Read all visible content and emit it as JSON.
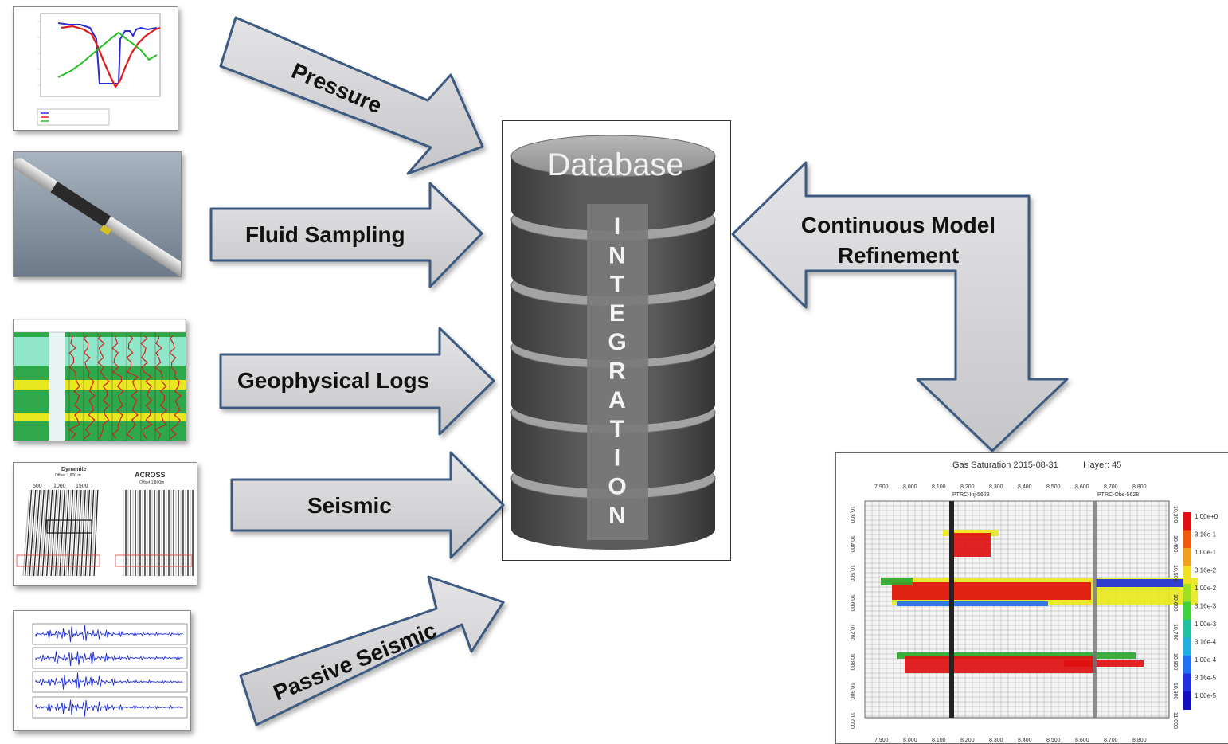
{
  "inputs": {
    "pressure": "Pressure",
    "fluid_sampling": "Fluid Sampling",
    "geophysical_logs": "Geophysical Logs",
    "seismic": "Seismic",
    "passive_seismic": "Passive Seismic"
  },
  "database": {
    "title": "Database",
    "integration_letters": [
      "I",
      "N",
      "T",
      "E",
      "G",
      "R",
      "A",
      "T",
      "I",
      "O",
      "N"
    ]
  },
  "refinement": {
    "line1": "Continuous Model",
    "line2": "Refinement"
  },
  "seismic_thumb": {
    "left_title": "Dynamite",
    "left_subtitle": "Offset 1,800 m",
    "right_title": "ACROSS",
    "right_subtitle": "Offset 1,800m",
    "offsets": [
      "500",
      "1000",
      "1500"
    ]
  },
  "gas_saturation": {
    "title": "Gas Saturation 2015-08-31",
    "layer_label": "I layer: 45",
    "well_left": "PTRC-Inj-5628",
    "well_right": "PTRC-Obs-5628",
    "x_ticks": [
      "7,900",
      "8,000",
      "8,100",
      "8,200",
      "8,300",
      "8,400",
      "8,500",
      "8,600",
      "8,700",
      "8,800"
    ],
    "y_ticks": [
      "10,300",
      "10,400",
      "10,500",
      "10,600",
      "10,700",
      "10,800",
      "10,900",
      "11,000"
    ],
    "legend": [
      {
        "label": "1.00e+0",
        "color": "#e01010"
      },
      {
        "label": "3.16e-1",
        "color": "#f05a10"
      },
      {
        "label": "1.00e-1",
        "color": "#f0a020"
      },
      {
        "label": "3.16e-2",
        "color": "#f0e020"
      },
      {
        "label": "1.00e-2",
        "color": "#a0e020"
      },
      {
        "label": "3.16e-3",
        "color": "#40d040"
      },
      {
        "label": "1.00e-3",
        "color": "#20c0a0"
      },
      {
        "label": "3.16e-4",
        "color": "#20b0e0"
      },
      {
        "label": "1.00e-4",
        "color": "#2070f0"
      },
      {
        "label": "3.16e-5",
        "color": "#2030e0"
      },
      {
        "label": "1.00e-5",
        "color": "#1010c0"
      }
    ]
  },
  "colors": {
    "arrow_fill": "#d4d4d6",
    "arrow_stroke": "#3d5a80",
    "cylinder_dark": "#4f4f4f",
    "cylinder_light": "#9a9a9a"
  }
}
